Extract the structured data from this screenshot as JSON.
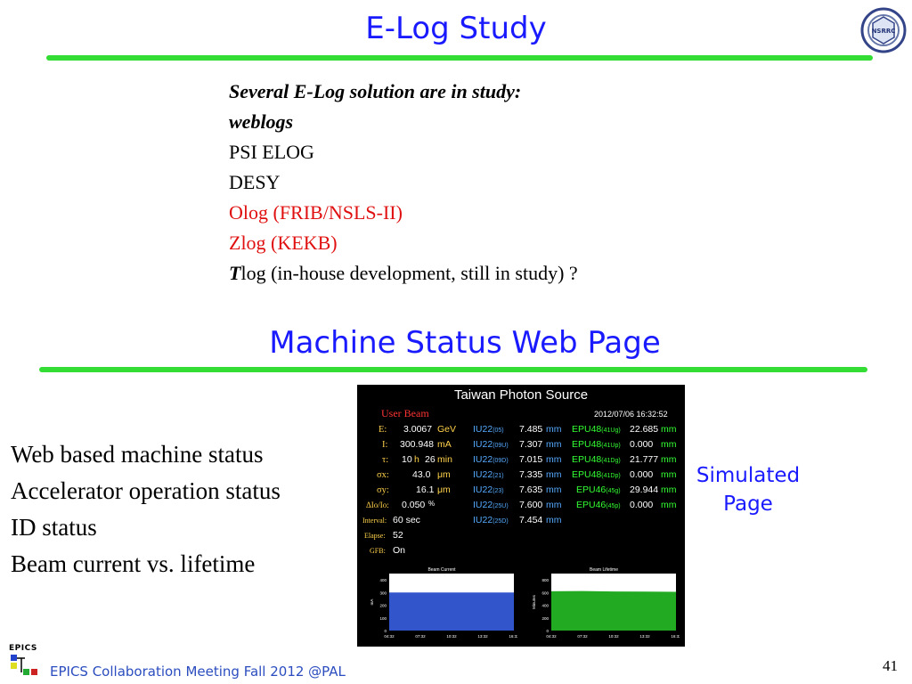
{
  "slide": {
    "title": "E-Log Study",
    "section2_title": "Machine Status Web Page",
    "page_number": "41",
    "footer": "EPICS Collaboration Meeting Fall 2012 @PAL",
    "logo_text": "EPICS",
    "nsrrc_text": "NSRRC",
    "accent_color": "#1a1aff",
    "bar_color": "#33dd33"
  },
  "elog": {
    "heading": "Several E-Log solution are in study:",
    "items": [
      {
        "text": "weblogs"
      },
      {
        "text": "PSI ELOG"
      },
      {
        "text": "DESY"
      },
      {
        "text": "Olog (FRIB/NSLS-II)"
      },
      {
        "text": "Zlog (KEKB)"
      }
    ],
    "tlog_prefix": "T",
    "tlog_rest": "log (in-house development, still in study) ?"
  },
  "machine_status": {
    "items": [
      "Web based machine status",
      "Accelerator operation status",
      "ID status",
      "Beam current vs. lifetime"
    ],
    "simulated_line1": "Simulated",
    "simulated_line2": "Page"
  },
  "dashboard": {
    "title": "Taiwan Photon Source",
    "mode": "User Beam",
    "datetime": "2012/07/06 16:32:52",
    "beam": [
      {
        "label": "E:",
        "value": "3.0067",
        "unit": "GeV"
      },
      {
        "label": "I:",
        "value": "300.948",
        "unit": "mA"
      },
      {
        "label": "τ:",
        "value": "10",
        "unit": "h",
        "value2": "26",
        "unit2": "min"
      },
      {
        "label": "σx:",
        "value": "43.0",
        "unit": "μm"
      },
      {
        "label": "σy:",
        "value": "16.1",
        "unit": "μm"
      },
      {
        "label": "ΔIo/Io:",
        "value": "0.050",
        "unit": "%"
      },
      {
        "label": "Interval:",
        "value": "60 sec",
        "unit": ""
      },
      {
        "label": "Elapse:",
        "value": "52",
        "unit": ""
      },
      {
        "label": "GFB:",
        "value": "On",
        "unit": ""
      }
    ],
    "iu": [
      {
        "name": "IU22",
        "sub": "(05)",
        "value": "7.485",
        "unit": "mm"
      },
      {
        "name": "IU22",
        "sub": "(09U)",
        "value": "7.307",
        "unit": "mm"
      },
      {
        "name": "IU22",
        "sub": "(09D)",
        "value": "7.015",
        "unit": "mm"
      },
      {
        "name": "IU22",
        "sub": "(21)",
        "value": "7.335",
        "unit": "mm"
      },
      {
        "name": "IU22",
        "sub": "(23)",
        "value": "7.635",
        "unit": "mm"
      },
      {
        "name": "IU22",
        "sub": "(25U)",
        "value": "7.600",
        "unit": "mm"
      },
      {
        "name": "IU22",
        "sub": "(25D)",
        "value": "7.454",
        "unit": "mm"
      }
    ],
    "epu": [
      {
        "name": "EPU48",
        "sub": "(41Ug)",
        "value": "22.685",
        "unit": "mm"
      },
      {
        "name": "EPU48",
        "sub": "(41Up)",
        "value": "0.000",
        "unit": "mm"
      },
      {
        "name": "EPU48",
        "sub": "(41Dg)",
        "value": "21.777",
        "unit": "mm"
      },
      {
        "name": "EPU48",
        "sub": "(41Dp)",
        "value": "0.000",
        "unit": "mm"
      },
      {
        "name": "EPU46",
        "sub": "(45g)",
        "value": "29.944",
        "unit": "mm"
      },
      {
        "name": "EPU46",
        "sub": "(45p)",
        "value": "0.000",
        "unit": "mm"
      }
    ]
  },
  "chart_data": [
    {
      "type": "area",
      "title": "Beam Current",
      "xlabel": "",
      "ylabel": "mA",
      "x": [
        "04:32",
        "07:32",
        "10:32",
        "13:32",
        "16:32"
      ],
      "values": [
        300,
        300,
        300,
        300,
        300
      ],
      "yticks": [
        "0",
        "100",
        "200",
        "300",
        "400"
      ],
      "ylim": [
        0,
        450
      ],
      "color": "#3355cc"
    },
    {
      "type": "area",
      "title": "Beam Lifetime",
      "xlabel": "",
      "ylabel": "Minutes",
      "x": [
        "04:32",
        "07:32",
        "10:32",
        "13:32",
        "16:32"
      ],
      "values": [
        620,
        625,
        618,
        615,
        612
      ],
      "yticks": [
        "0",
        "200",
        "400",
        "600",
        "800"
      ],
      "ylim": [
        0,
        900
      ],
      "color": "#22aa22"
    }
  ]
}
